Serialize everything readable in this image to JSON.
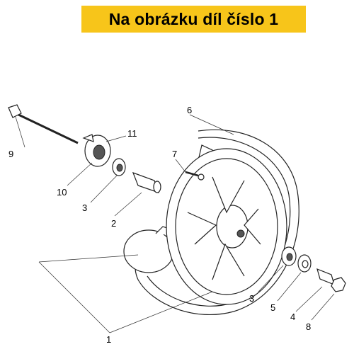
{
  "banner": {
    "text": "Na obrázku díl číslo 1",
    "background": "#f7c51a"
  },
  "callouts": [
    "1",
    "2",
    "3",
    "3",
    "4",
    "5",
    "6",
    "7",
    "8",
    "9",
    "10",
    "11"
  ]
}
